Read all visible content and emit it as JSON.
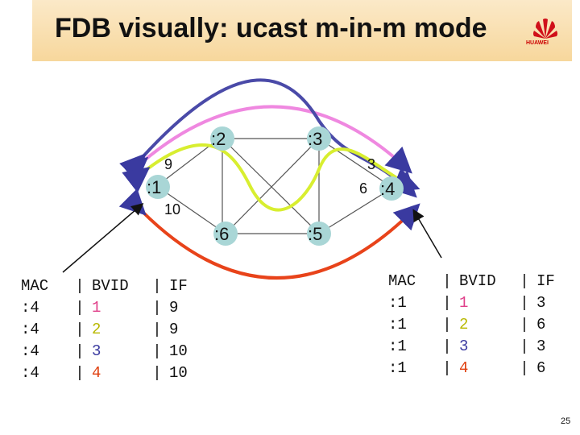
{
  "header": {
    "title": "FDB visually: ucast m-in-m mode",
    "logo_text": "HUAWEI"
  },
  "nodes": [
    {
      "id": "n1",
      "label": ":1"
    },
    {
      "id": "n2",
      "label": ":2"
    },
    {
      "id": "n3",
      "label": ":3"
    },
    {
      "id": "n4",
      "label": ":4"
    },
    {
      "id": "n5",
      "label": ":5"
    },
    {
      "id": "n6",
      "label": ":6"
    }
  ],
  "ports": {
    "n1_a": "9",
    "n1_b": "10",
    "n4_a": "3",
    "n4_b": "6"
  },
  "colors": {
    "bvid1": "#ef88e0",
    "bvid2": "#d8ee30",
    "bvid3": "#4a4aa8",
    "bvid4": "#e8431a",
    "node_fill": "#a9d6d6"
  },
  "left_table": {
    "headers": {
      "mac": "MAC",
      "bvid": "BVID",
      "if": "IF"
    },
    "rows": [
      {
        "mac": ":4",
        "bvid": "1",
        "if": "9"
      },
      {
        "mac": ":4",
        "bvid": "2",
        "if": "9"
      },
      {
        "mac": ":4",
        "bvid": "3",
        "if": "10"
      },
      {
        "mac": ":4",
        "bvid": "4",
        "if": "10"
      }
    ]
  },
  "right_table": {
    "headers": {
      "mac": "MAC",
      "bvid": "BVID",
      "if": "IF"
    },
    "rows": [
      {
        "mac": ":1",
        "bvid": "1",
        "if": "3"
      },
      {
        "mac": ":1",
        "bvid": "2",
        "if": "6"
      },
      {
        "mac": ":1",
        "bvid": "3",
        "if": "3"
      },
      {
        "mac": ":1",
        "bvid": "4",
        "if": "6"
      }
    ]
  },
  "separator": "|",
  "page_number": "25"
}
